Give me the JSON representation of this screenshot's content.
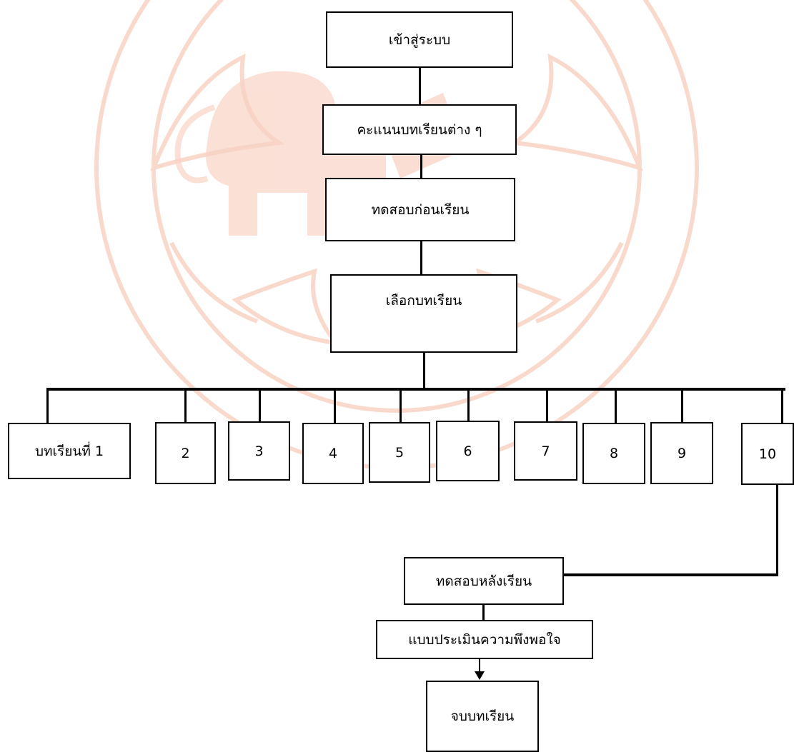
{
  "flowchart": {
    "login": "เข้าสู่ระบบ",
    "scores": "คะแนนบทเรียนต่าง ๆ",
    "pretest": "ทดสอบก่อนเรียน",
    "select_lesson": "เลือกบทเรียน",
    "lessons": [
      "บทเรียนที่ 1",
      "2",
      "3",
      "4",
      "5",
      "6",
      "7",
      "8",
      "9",
      "10"
    ],
    "posttest": "ทดสอบหลังเรียน",
    "satisfaction": "แบบประเมินความพึงพอใจ",
    "end": "จบบทเรียน"
  },
  "watermark": {
    "emblem": "elephant-seal",
    "color": "#f6c2b0"
  }
}
